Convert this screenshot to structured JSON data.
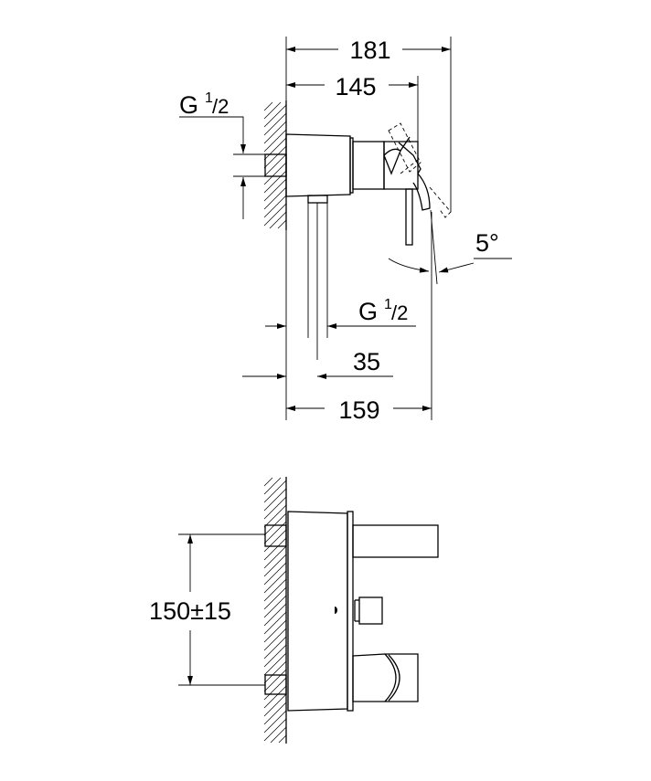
{
  "top_view": {
    "dim_overall": "181",
    "dim_lever": "145",
    "dim_body": "159",
    "dim_outlet": "35",
    "angle": "5°",
    "inlet_thread": {
      "g": "G",
      "num": "1",
      "den": "/2"
    },
    "outlet_thread": {
      "g": "G",
      "num": "1",
      "den": "/2"
    }
  },
  "front_view": {
    "dim_centers": "150±15"
  }
}
